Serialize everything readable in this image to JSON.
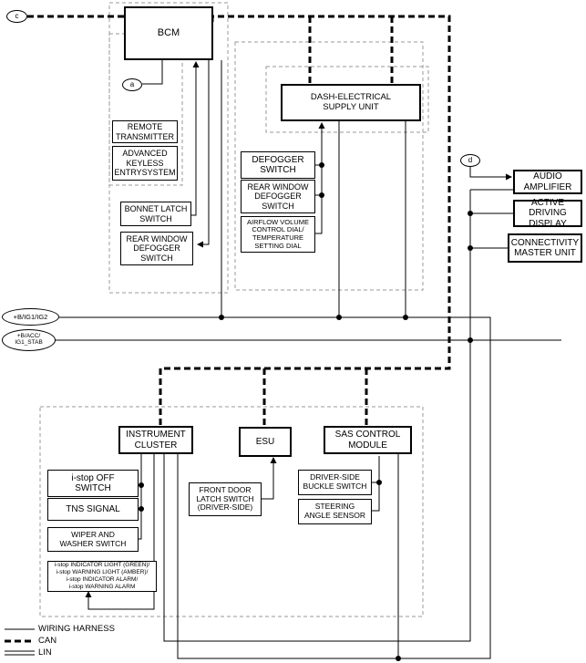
{
  "connectors": {
    "c": "c",
    "a": "a",
    "d": "d",
    "power_ig": "+B/IG1/IG2",
    "power_acc_line1": "+B/ACC/",
    "power_acc_line2": "IG1_STAB"
  },
  "bcm_group": {
    "bcm": "BCM",
    "remote_transmitter": [
      "REMOTE",
      "TRANSMITTER"
    ],
    "keyless": [
      "ADVANCED",
      "KEYLESS",
      "ENTRYSYSTEM"
    ],
    "bonnet_latch": [
      "BONNET LATCH",
      "SWITCH"
    ],
    "rear_defogger_bcm": [
      "REAR WINDOW",
      "DEFOGGER",
      "SWITCH"
    ]
  },
  "dash_group": {
    "dash_unit": [
      "DASH-ELECTRICAL",
      "SUPPLY UNIT"
    ],
    "defogger": [
      "DEFOGGER",
      "SWITCH"
    ],
    "rear_defogger": [
      "REAR WINDOW",
      "DEFOGGER",
      "SWITCH"
    ],
    "airflow": [
      "AIRFLOW VOLUME",
      "CONTROL DIAL/",
      "TEMPERATURE",
      "SETTING DIAL"
    ]
  },
  "audio_group": {
    "audio_amp": [
      "AUDIO",
      "AMPLIFIER"
    ],
    "active_display": [
      "ACTIVE DRIVING",
      "DISPLAY"
    ],
    "connectivity": [
      "CONNECTIVITY",
      "MASTER UNIT"
    ]
  },
  "bottom_group": {
    "instrument_cluster": [
      "INSTRUMENT",
      "CLUSTER"
    ],
    "esu": "ESU",
    "sas": [
      "SAS CONTROL",
      "MODULE"
    ],
    "istop_off": [
      "i-stop OFF",
      "SWITCH"
    ],
    "tns": "TNS SIGNAL",
    "wiper": [
      "WIPER AND",
      "WASHER SWITCH"
    ],
    "istop_indicator": [
      "i-stop INDICATOR LIGHT (GREEN)/",
      "i-stop WARNING LIGHT (AMBER)/",
      "i-stop INDICATOR ALARM/",
      "i-stop WARNING ALARM"
    ],
    "front_door": [
      "FRONT DOOR",
      "LATCH SWITCH",
      "(DRIVER-SIDE)"
    ],
    "buckle": [
      "DRIVER-SIDE",
      "BUCKLE SWITCH"
    ],
    "steering": [
      "STEERING",
      "ANGLE SENSOR"
    ]
  },
  "legend": {
    "wiring": "WIRING HARNESS",
    "can": "CAN",
    "lin": "LIN"
  }
}
